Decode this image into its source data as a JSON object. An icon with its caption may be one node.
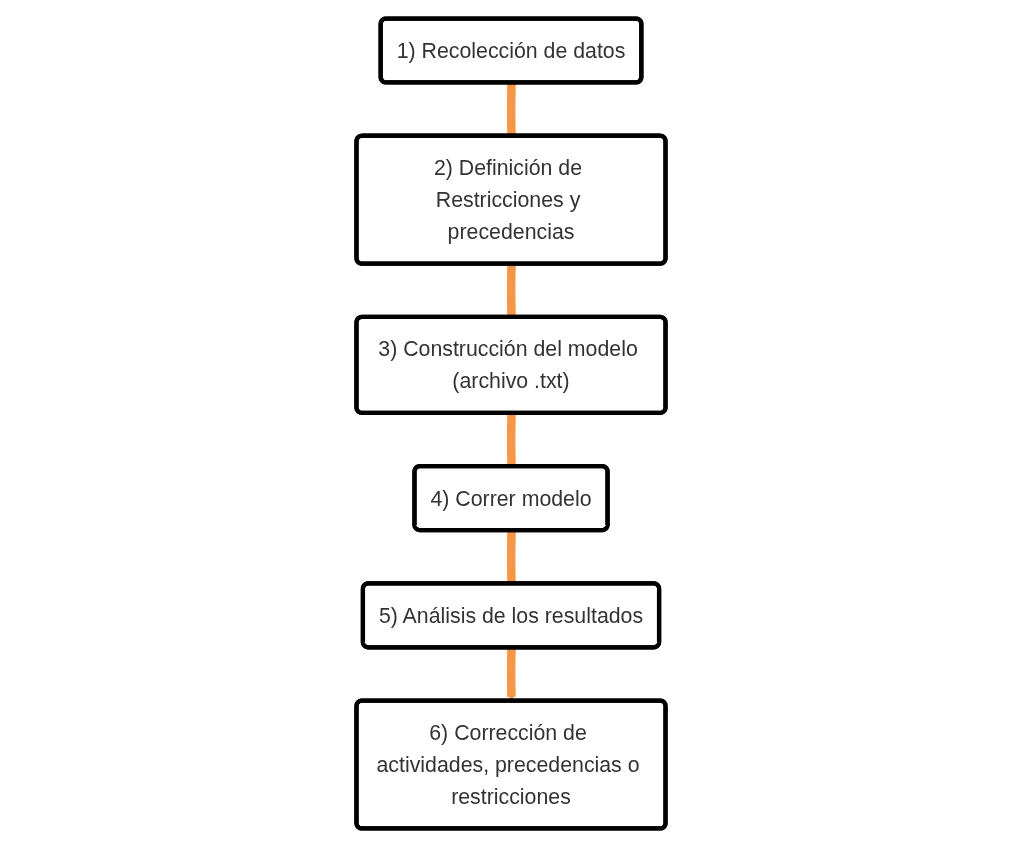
{
  "diagram": {
    "nodes": [
      {
        "text": [
          "1) Recolección de datos"
        ]
      },
      {
        "text": [
          "2) Definición de Restricciones y precedencias"
        ]
      },
      {
        "text": [
          "3) Construcción del modelo (archivo .txt)"
        ]
      },
      {
        "text": [
          "4) Correr modelo"
        ]
      },
      {
        "text": [
          "5) Análisis de los resultados"
        ]
      },
      {
        "text": [
          "6) Corrección de actividades, precedencias o restricciones"
        ]
      }
    ],
    "edges": [
      {
        "from": 0,
        "to": 1,
        "arrow": "none"
      },
      {
        "from": 1,
        "to": 2,
        "arrow": "none"
      },
      {
        "from": 2,
        "to": 3,
        "arrow": "none"
      },
      {
        "from": 3,
        "to": 4,
        "arrow": "none"
      },
      {
        "from": 4,
        "to": 5,
        "arrow": "to"
      }
    ]
  }
}
